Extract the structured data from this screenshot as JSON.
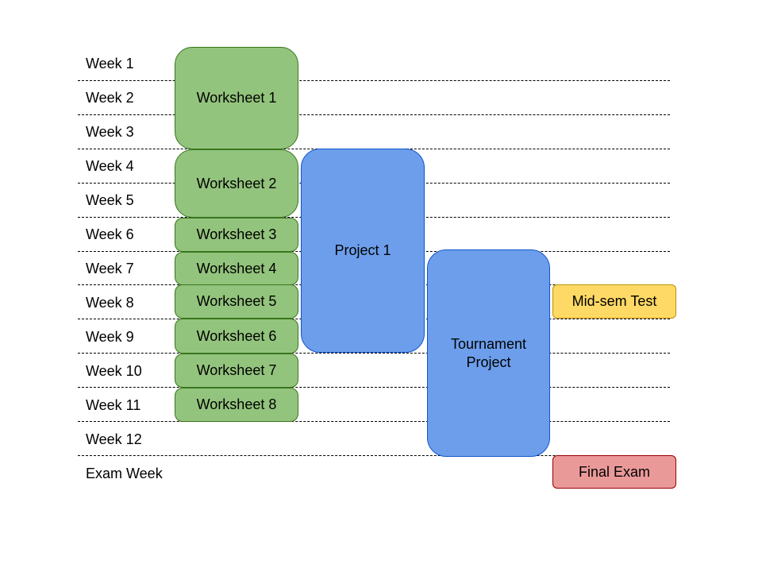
{
  "weeks": [
    "Week 1",
    "Week 2",
    "Week 3",
    "Week 4",
    "Week 5",
    "Week 6",
    "Week 7",
    "Week 8",
    "Week 9",
    "Week 10",
    "Week 11",
    "Week 12",
    "Exam Week"
  ],
  "worksheets": [
    "Worksheet 1",
    "Worksheet 2",
    "Worksheet 3",
    "Worksheet 4",
    "Worksheet 5",
    "Worksheet 6",
    "Worksheet 7",
    "Worksheet 8"
  ],
  "projects": {
    "project1": "Project 1",
    "tournament_line1": "Tournament",
    "tournament_line2": "Project"
  },
  "assessments": {
    "midsem": "Mid-sem Test",
    "final": "Final Exam"
  },
  "colors": {
    "worksheet_fill": "#93c47d",
    "project_fill": "#6d9eeb",
    "midsem_fill": "#ffd966",
    "final_fill": "#ea9999"
  }
}
